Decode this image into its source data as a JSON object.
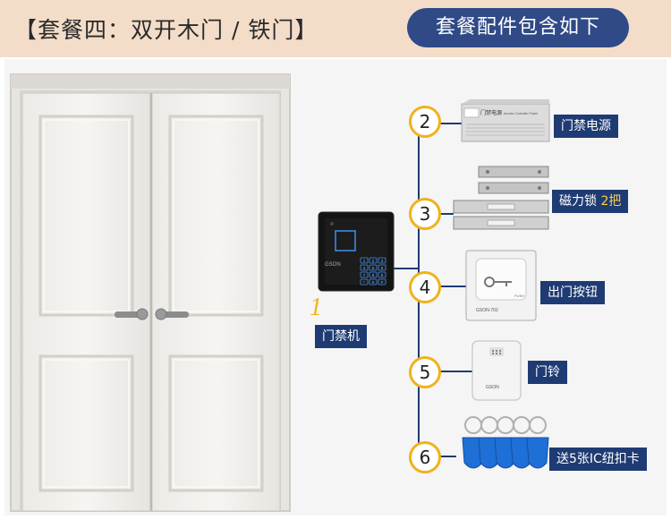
{
  "header": {
    "title": "【套餐四：双开木门 / 铁门】",
    "badge": "套餐配件包含如下"
  },
  "items": [
    {
      "num": "1",
      "label": "门禁机"
    },
    {
      "num": "2",
      "label": "门禁电源"
    },
    {
      "num": "3",
      "label": "磁力锁",
      "label_extra": "2把"
    },
    {
      "num": "4",
      "label": "出门按钮"
    },
    {
      "num": "5",
      "label": "门铃"
    },
    {
      "num": "6",
      "label": "送5张IC纽扣卡"
    }
  ],
  "device_text": {
    "keypad_brand": "GSON",
    "power_title": "门禁电源",
    "power_subtitle": "Access Controller Power",
    "button_brand": "GSON-702",
    "button_push": "PUSH",
    "bell_brand": "GSON"
  },
  "keypad_keys": [
    "1",
    "2",
    "3",
    "4",
    "5",
    "6",
    "7",
    "8",
    "9",
    "*",
    "0",
    "#"
  ],
  "colors": {
    "header_bg": "#f3ddc9",
    "badge_bg": "#2f4a86",
    "label_bg": "#1f3b73",
    "accent": "#f0b21c",
    "highlight": "#ffd23f"
  }
}
